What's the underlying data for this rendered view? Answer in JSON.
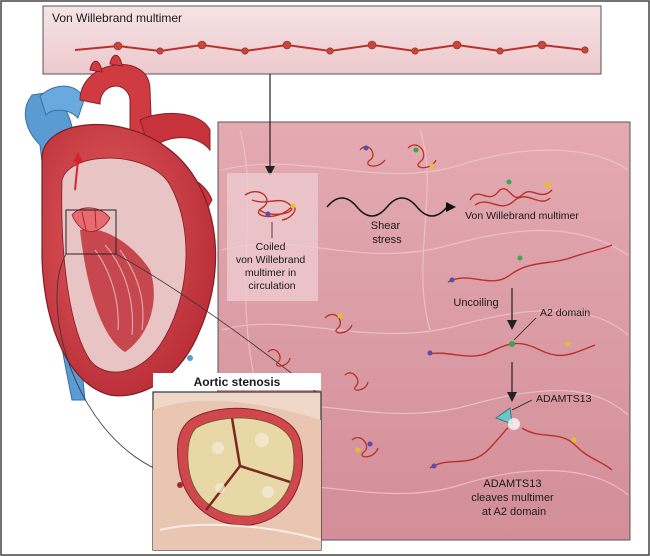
{
  "top_panel": {
    "title": "Von Willebrand multimer"
  },
  "labels": {
    "coiled": [
      "Coiled",
      "von Willebrand",
      "multimer in",
      "circulation"
    ],
    "shear": [
      "Shear",
      "stress"
    ],
    "vwf_right": "Von Willebrand multimer",
    "uncoiling": "Uncoiling",
    "a2_domain": "A2 domain",
    "adamts13": "ADAMTS13",
    "cleaves": [
      "ADAMTS13",
      "cleaves multimer",
      "at A2 domain"
    ],
    "aortic_stenosis": "Aortic stenosis"
  },
  "colors": {
    "panel_pink": "#d99aa2",
    "multimer_red": "#c0392b",
    "heart_red": "#c8323a",
    "vessel_blue": "#5a9bd4",
    "tan_valve": "#e8d8a8"
  }
}
